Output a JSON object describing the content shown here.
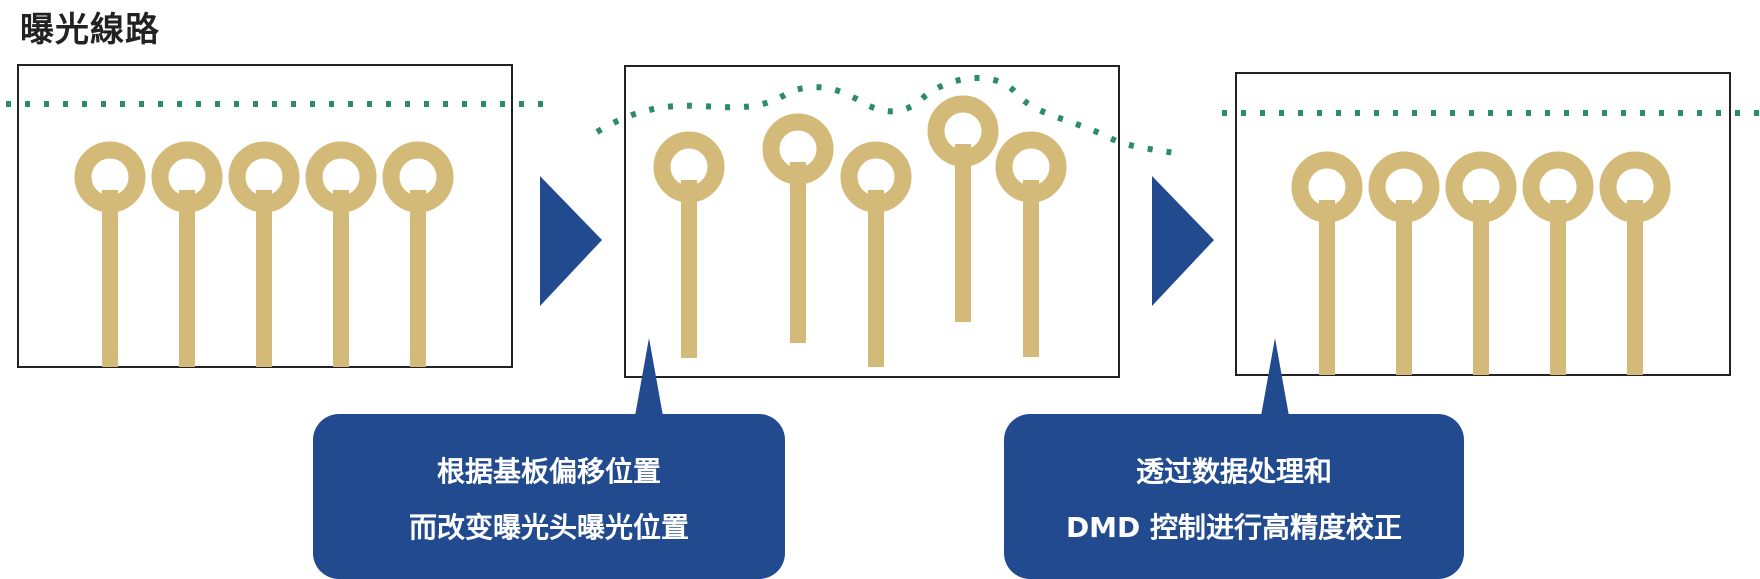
{
  "title": "曝光線路",
  "colors": {
    "pad": "#d4ba78",
    "accent": "#224a8f",
    "dotted_line": "#2c8a6e",
    "frame": "#222222",
    "callout_text": "#ffffff"
  },
  "callouts": [
    {
      "line1": "根据基板偏移位置",
      "line2": "而改变曝光头曝光位置"
    },
    {
      "line1": "透过数据处理和",
      "line2": "DMD 控制进行高精度校正"
    }
  ]
}
